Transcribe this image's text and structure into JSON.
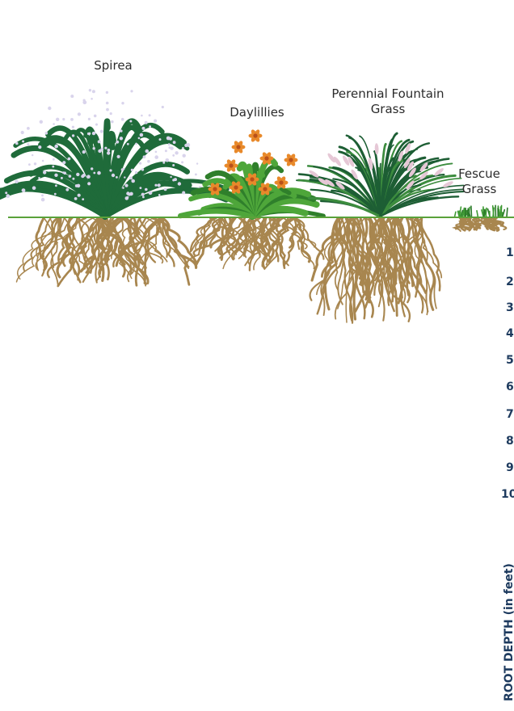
{
  "plants": [
    {
      "label": "Spirea"
    },
    {
      "label": "Daylillies"
    },
    {
      "label": "Perennial Fountain Grass"
    },
    {
      "label": "Fescue Grass"
    }
  ],
  "depth_scale": {
    "ticks": [
      "1",
      "2",
      "3",
      "4",
      "5",
      "6",
      "7",
      "8",
      "9",
      "10"
    ],
    "axis_title": "ROOT DEPTH (in feet)"
  },
  "colors": {
    "ground_line": "#5aa23a",
    "roots": "#a8864f",
    "spirea_foliage": "#1f6b3a",
    "spirea_flowers": "#d9d4ec",
    "daylily_foliage": "#4ea63a",
    "daylily_flowers": "#e8892a",
    "fountain_grass": "#1d5e34",
    "fountain_plumes": "#e6c8d6",
    "fescue": "#3f9a34",
    "axis_text": "#1d3a5e"
  }
}
